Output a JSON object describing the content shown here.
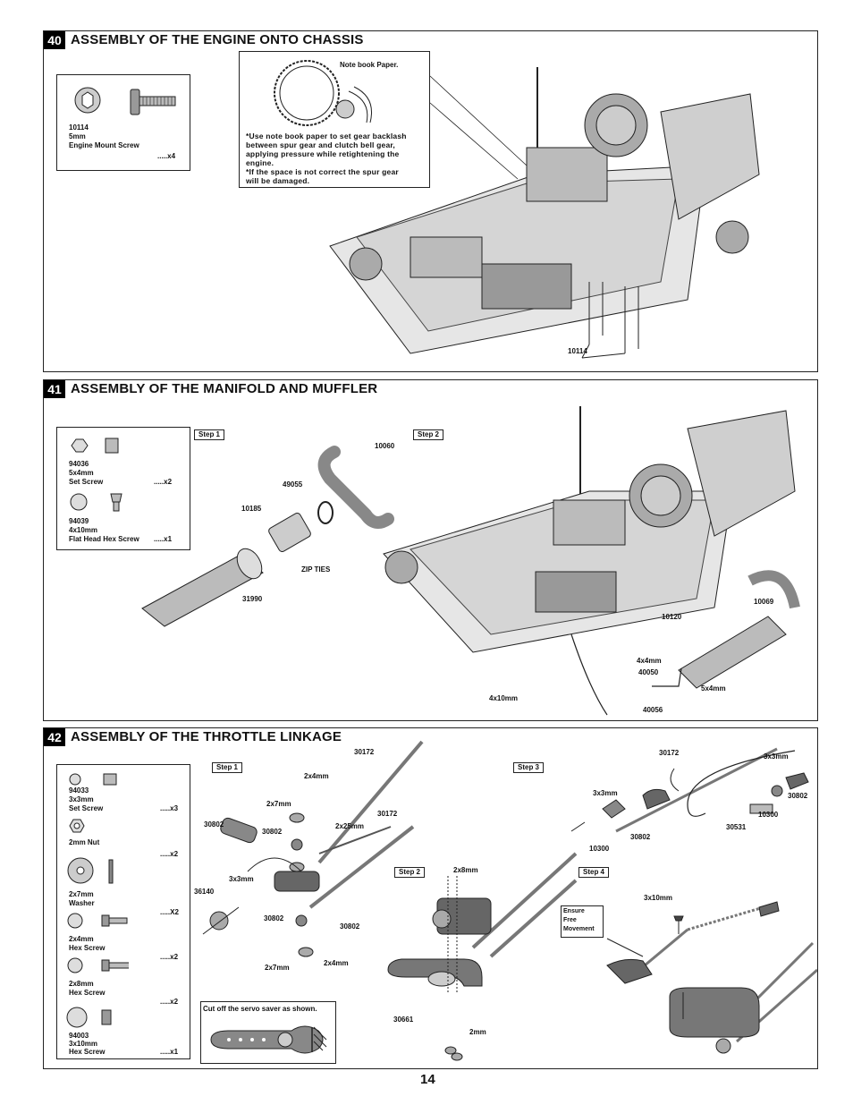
{
  "page_number": "14",
  "sections": [
    {
      "num": "40",
      "title": "ASSEMBLY OF THE ENGINE ONTO CHASSIS",
      "parts": [
        {
          "code": "10114",
          "size": "5mm",
          "name": "Engine Mount Screw",
          "qty": ".....x4"
        }
      ],
      "note_header": "Note book Paper.",
      "note_lines": [
        "*Use note book paper to set gear backlash",
        " between spur gear and clutch bell gear,",
        " applying pressure while retightening the",
        " engine.",
        "*If the space is not correct the spur gear",
        " will be damaged."
      ],
      "callouts": [
        "10114"
      ]
    },
    {
      "num": "41",
      "title": "ASSEMBLY OF THE MANIFOLD AND MUFFLER",
      "parts": [
        {
          "code": "94036",
          "size": "5x4mm",
          "name": "Set Screw",
          "qty": ".....x2"
        },
        {
          "code": "94039",
          "size": "4x10mm",
          "name": "Flat Head Hex Screw",
          "qty": ".....x1"
        }
      ],
      "steps": [
        "Step 1",
        "Step 2"
      ],
      "callouts": [
        "10060",
        "49055",
        "10185",
        "ZIP TIES",
        "31990",
        "10069",
        "10120",
        "4x4mm",
        "40050",
        "5x4mm",
        "4x10mm",
        "40056"
      ]
    },
    {
      "num": "42",
      "title": "ASSEMBLY OF THE THROTTLE LINKAGE",
      "parts": [
        {
          "code": "94033",
          "size": "3x3mm",
          "name": "Set Screw",
          "qty": ".....x3"
        },
        {
          "code": "",
          "size": "2mm Nut",
          "name": "",
          "qty": ".....x2"
        },
        {
          "code": "",
          "size": "2x7mm",
          "name": "Washer",
          "qty": ".....X2"
        },
        {
          "code": "",
          "size": "2x4mm",
          "name": "Hex Screw",
          "qty": ".....x2"
        },
        {
          "code": "",
          "size": "2x8mm",
          "name": "Hex Screw",
          "qty": ".....x2"
        },
        {
          "code": "94003",
          "size": "3x10mm",
          "name": "Hex Screw",
          "qty": ".....x1"
        }
      ],
      "steps": [
        "Step 1",
        "Step 2",
        "Step 3",
        "Step 4"
      ],
      "cut_note": "Cut off the servo saver as shown.",
      "ensure_note": [
        "Ensure",
        "Free",
        "Movement"
      ],
      "callouts": {
        "s1": [
          "30172",
          "2x4mm",
          "2x7mm",
          "30802",
          "30802",
          "2x25mm",
          "30172",
          "3x3mm",
          "36140",
          "30802",
          "30802",
          "2x7mm",
          "2x4mm"
        ],
        "s2": [
          "2x8mm",
          "30661",
          "2mm"
        ],
        "s3": [
          "30172",
          "3x3mm",
          "30802",
          "10300",
          "3x3mm",
          "30802",
          "10300",
          "30531"
        ],
        "s4": [
          "3x10mm"
        ]
      }
    }
  ]
}
